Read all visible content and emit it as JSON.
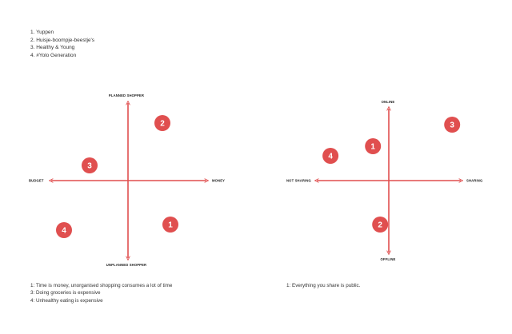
{
  "colors": {
    "accent": "#e04f4f",
    "text": "#333333",
    "label": "#222222"
  },
  "personas": [
    "1. Yuppen",
    "2. Huisje-boompje-beestje's",
    "3. Healthy & Young",
    "4. #Yolo Generation"
  ],
  "matrix_left": {
    "labels": {
      "top": "PLANNED SHOPPER",
      "bottom": "UNPLANNED SHOPPER",
      "left": "BUDGET",
      "right": "MONEY"
    },
    "markers": [
      {
        "label": "1",
        "x": 0.53,
        "y": -0.55
      },
      {
        "label": "2",
        "x": 0.43,
        "y": 0.72
      },
      {
        "label": "3",
        "x": -0.48,
        "y": 0.19
      },
      {
        "label": "4",
        "x": -0.8,
        "y": -0.62
      }
    ],
    "notes": [
      "1: Time is money, unorganised shopping consumes a lot of time",
      "3: Doing groceries is expensive",
      "4: Unhealthy eating is expensive"
    ]
  },
  "matrix_right": {
    "labels": {
      "top": "ONLINE",
      "bottom": "OFFLINE",
      "left": "NOT SHARING",
      "right": "SHARING"
    },
    "markers": [
      {
        "label": "1",
        "x": -0.22,
        "y": 0.43
      },
      {
        "label": "2",
        "x": -0.12,
        "y": -0.55
      },
      {
        "label": "3",
        "x": 0.88,
        "y": 0.7
      },
      {
        "label": "4",
        "x": -0.81,
        "y": 0.31
      }
    ],
    "notes": [
      "1: Everything you share is public."
    ]
  }
}
